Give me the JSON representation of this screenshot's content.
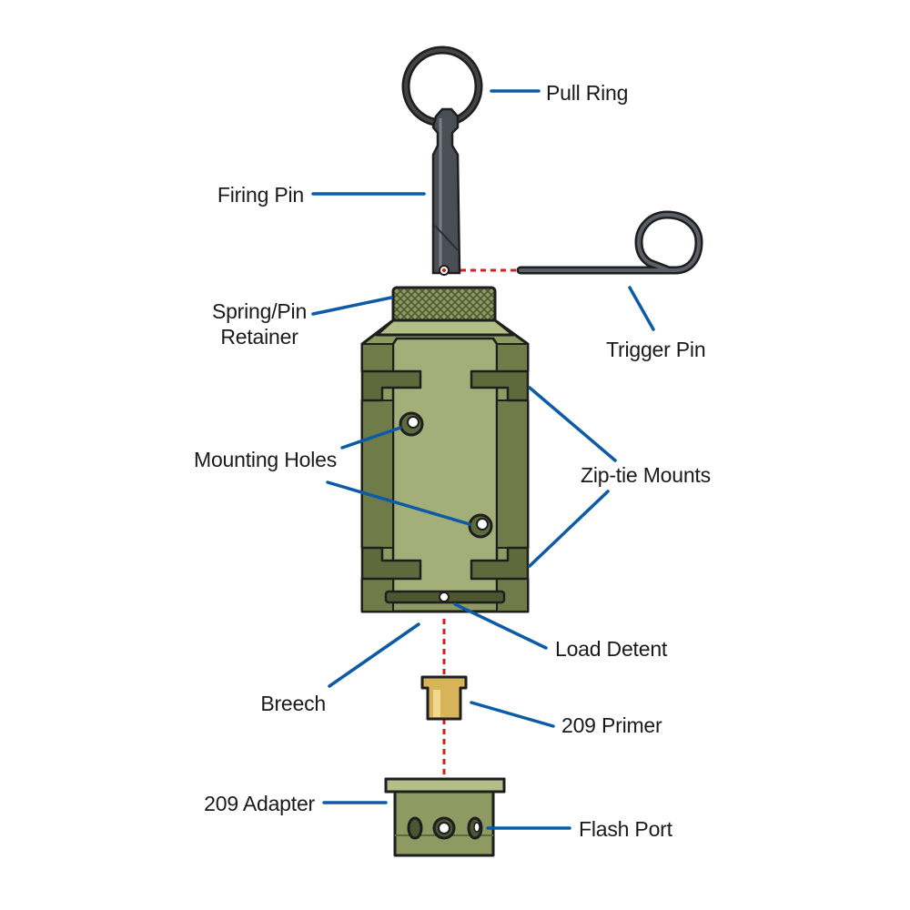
{
  "labels": {
    "pull_ring": "Pull Ring",
    "firing_pin": "Firing Pin",
    "spring_pin_retainer_1": "Spring/Pin",
    "spring_pin_retainer_2": "Retainer",
    "trigger_pin": "Trigger Pin",
    "mounting_holes": "Mounting Holes",
    "zip_tie_mounts": "Zip-tie Mounts",
    "load_detent": "Load Detent",
    "breech": "Breech",
    "primer_209": "209 Primer",
    "adapter_209": "209 Adapter",
    "flash_port": "Flash Port"
  },
  "colors": {
    "leader_line": "#0d5aa7",
    "body_green": "#8e9a62",
    "body_dark": "#5e6a3c",
    "body_light": "#b4bf88",
    "pin_gray": "#4a4e55",
    "primer_brass": "#d7b45a",
    "dotted_red": "#d11f1f",
    "outline": "#1e1e1e"
  }
}
